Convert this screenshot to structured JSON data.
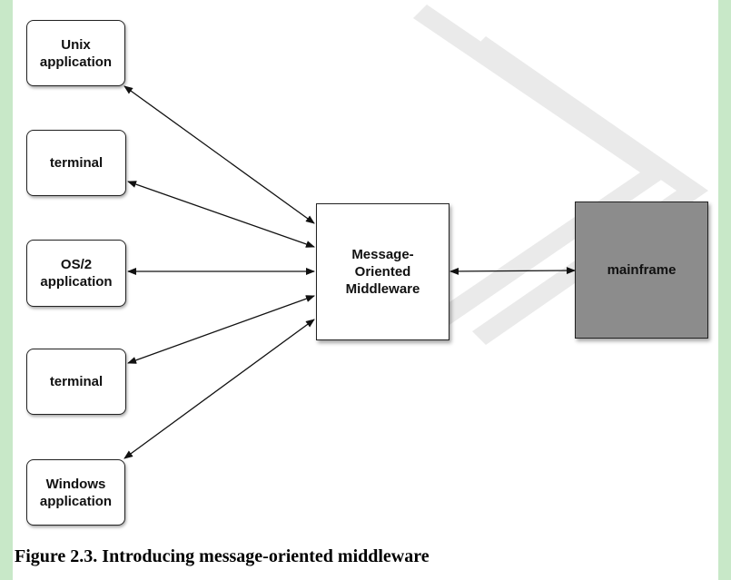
{
  "colors": {
    "stripe": "#c8e8c8",
    "watermark": "#eaeaea",
    "mainframe_fill": "#8c8c8c",
    "box_fill": "#ffffff",
    "stroke": "#222222"
  },
  "nodes": {
    "unix_application": "Unix\napplication",
    "terminal_top": "terminal",
    "os2_application": "OS/2\napplication",
    "terminal_bottom": "terminal",
    "windows_application": "Windows\napplication",
    "message_oriented_middleware": "Message-\nOriented\nMiddleware",
    "mainframe": "mainframe"
  },
  "caption": "Figure 2.3. Introducing message-oriented middleware"
}
